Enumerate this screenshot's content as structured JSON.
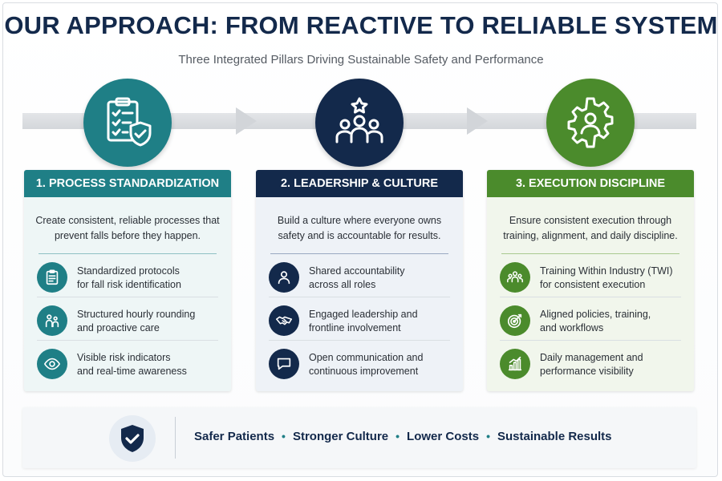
{
  "header": {
    "title": "OUR APPROACH: FROM REACTIVE TO RELIABLE SYSTEM",
    "subtitle": "Three Integrated Pillars Driving Sustainable Safety and Performance"
  },
  "colors": {
    "teal": "#1f7f86",
    "navy": "#13294b",
    "green": "#4b8b2c"
  },
  "pillars": [
    {
      "icon": "clipboard-shield-icon",
      "title": "1. PROCESS STANDARDIZATION",
      "description": "Create consistent, reliable processes that prevent falls before they happen.",
      "items": [
        {
          "icon": "protocol-document-icon",
          "line1": "Standardized protocols",
          "line2": "for fall risk identification"
        },
        {
          "icon": "rounding-people-icon",
          "line1": "Structured hourly rounding",
          "line2": "and proactive care"
        },
        {
          "icon": "eye-icon",
          "line1": "Visible risk indicators",
          "line2": "and real-time awareness"
        }
      ]
    },
    {
      "icon": "team-star-icon",
      "title": "2. LEADERSHIP & CULTURE",
      "description": "Build a culture where everyone owns safety and is accountable for results.",
      "items": [
        {
          "icon": "person-icon",
          "line1": "Shared accountability",
          "line2": "across all roles"
        },
        {
          "icon": "handshake-icon",
          "line1": "Engaged leadership and",
          "line2": "frontline involvement"
        },
        {
          "icon": "chat-bubble-icon",
          "line1": "Open communication and",
          "line2": "continuous improvement"
        }
      ]
    },
    {
      "icon": "gear-person-icon",
      "title": "3. EXECUTION DISCIPLINE",
      "description": "Ensure consistent execution through training, alignment, and daily discipline.",
      "items": [
        {
          "icon": "group-training-icon",
          "line1": "Training Within Industry (TWI)",
          "line2": "for consistent execution"
        },
        {
          "icon": "target-icon",
          "line1": "Aligned policies, training,",
          "line2": "and workflows"
        },
        {
          "icon": "bar-chart-icon",
          "line1": "Daily management and",
          "line2": "performance visibility"
        }
      ]
    }
  ],
  "footer": {
    "icon": "shield-check-icon",
    "outcomes": [
      "Safer Patients",
      "Stronger Culture",
      "Lower Costs",
      "Sustainable Results"
    ]
  }
}
